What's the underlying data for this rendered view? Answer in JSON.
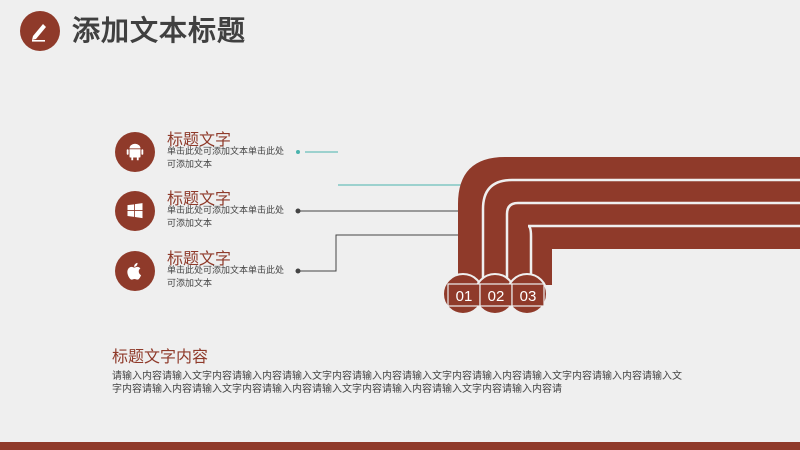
{
  "header": {
    "title": "添加文本标题",
    "icon": "pencil-icon"
  },
  "items": [
    {
      "title": "标题文字",
      "desc": "单击此处可添加文本单击此处可添加文本",
      "icon": "android-icon"
    },
    {
      "title": "标题文字",
      "desc": "单击此处可添加文本单击此处可添加文本",
      "icon": "windows-icon"
    },
    {
      "title": "标题文字",
      "desc": "单击此处可添加文本单击此处可添加文本",
      "icon": "apple-icon"
    }
  ],
  "steps": [
    "01",
    "02",
    "03"
  ],
  "bottom": {
    "title": "标题文字内容",
    "body": "请输入内容请输入文字内容请输入内容请输入文字内容请输入内容请输入文字内容请输入内容请输入文字内容请输入内容请输入文字内容请输入内容请输入文字内容请输入内容请输入文字内容请输入内容请输入文字内容请输入内容请"
  },
  "colors": {
    "accent": "#8f3a2a",
    "background": "#efefef",
    "teal": "#4ab3ad"
  }
}
